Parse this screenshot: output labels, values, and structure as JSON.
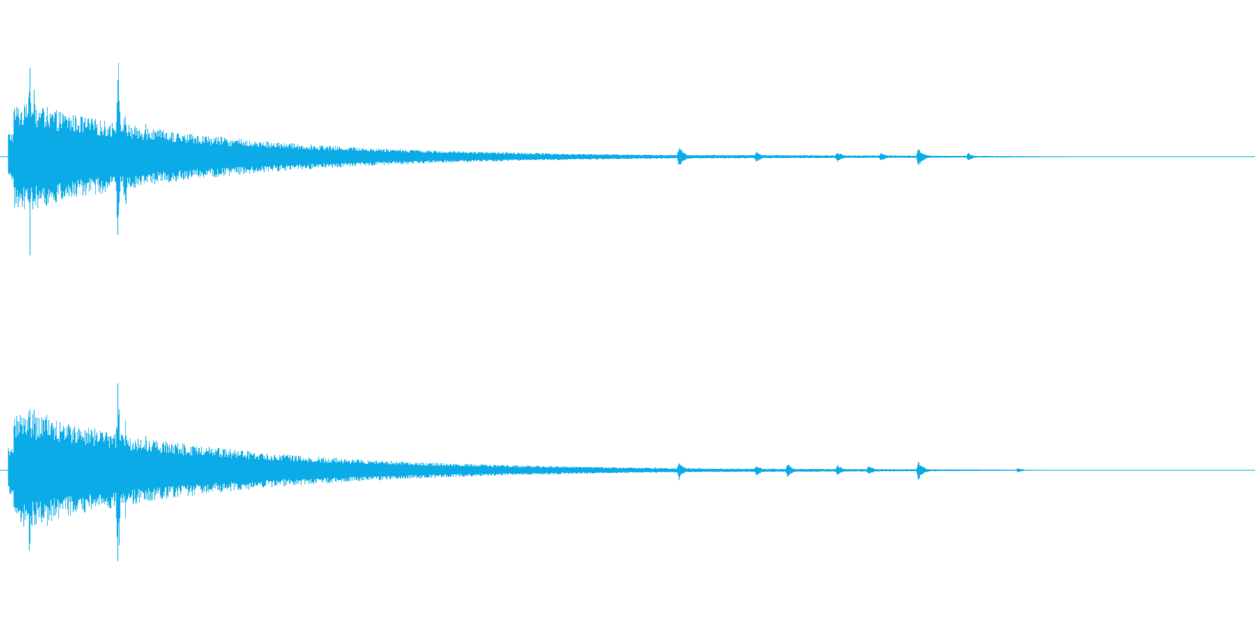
{
  "waveform": {
    "color": "#0aabe6",
    "channels": [
      {
        "id": "left",
        "envelope": {
          "attack_peaks": [
            {
              "t": 0.017,
              "amp": 0.99
            },
            {
              "t": 0.021,
              "amp": 0.72
            },
            {
              "t": 0.031,
              "amp": 0.55
            },
            {
              "t": 0.088,
              "amp": 0.93
            },
            {
              "t": 0.094,
              "amp": 0.52
            },
            {
              "t": 0.11,
              "amp": 0.31
            }
          ],
          "decay_base": 0.42,
          "decay_rate": 6.5,
          "floor": 0.02,
          "end": 0.9,
          "bursts": [
            {
              "t": 0.538,
              "amp": 0.095
            },
            {
              "t": 0.6,
              "amp": 0.05
            },
            {
              "t": 0.665,
              "amp": 0.045
            },
            {
              "t": 0.7,
              "amp": 0.04
            },
            {
              "t": 0.73,
              "amp": 0.085
            },
            {
              "t": 0.77,
              "amp": 0.035
            }
          ]
        }
      },
      {
        "id": "right",
        "envelope": {
          "attack_peaks": [
            {
              "t": 0.017,
              "amp": 0.99
            },
            {
              "t": 0.021,
              "amp": 0.7
            },
            {
              "t": 0.031,
              "amp": 0.6
            },
            {
              "t": 0.088,
              "amp": 0.94
            },
            {
              "t": 0.094,
              "amp": 0.56
            },
            {
              "t": 0.11,
              "amp": 0.38
            }
          ],
          "decay_base": 0.45,
          "decay_rate": 6.2,
          "floor": 0.02,
          "end": 0.88,
          "bursts": [
            {
              "t": 0.538,
              "amp": 0.08
            },
            {
              "t": 0.6,
              "amp": 0.05
            },
            {
              "t": 0.625,
              "amp": 0.06
            },
            {
              "t": 0.665,
              "amp": 0.05
            },
            {
              "t": 0.69,
              "amp": 0.04
            },
            {
              "t": 0.73,
              "amp": 0.085
            },
            {
              "t": 0.81,
              "amp": 0.02
            }
          ]
        }
      }
    ]
  }
}
